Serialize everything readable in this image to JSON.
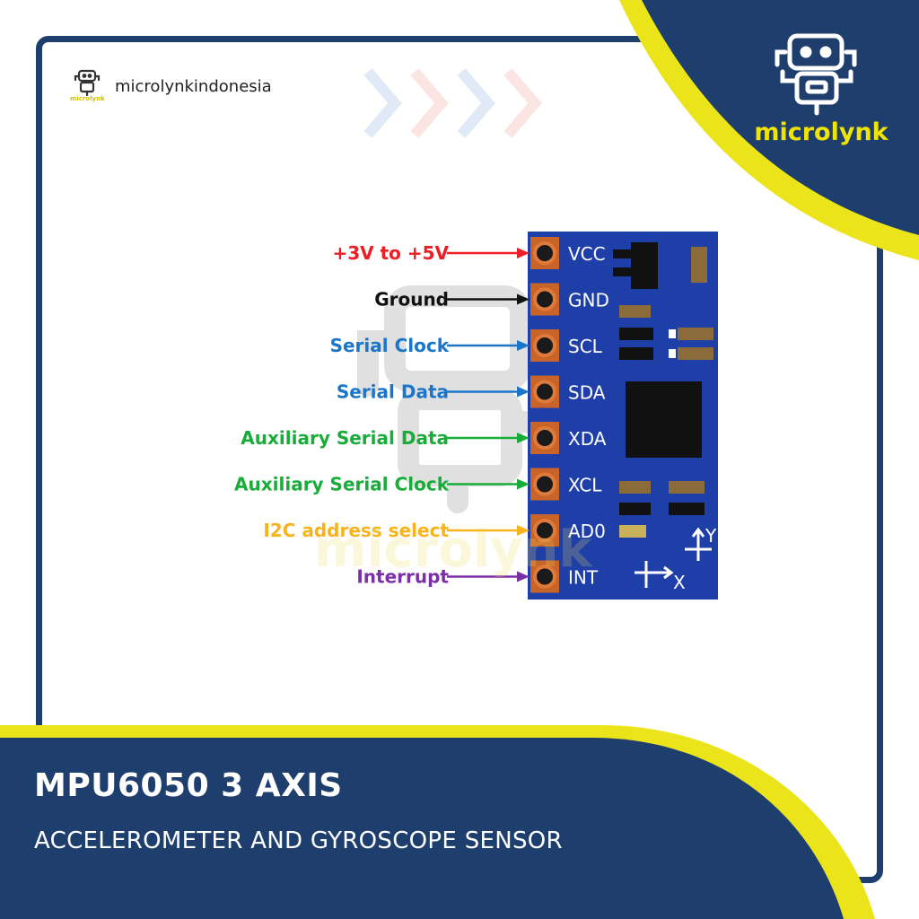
{
  "brand": {
    "handle": "microlynkindonesia",
    "mini_logo_text": "microlynk",
    "corner_logo_text": "microlynk",
    "watermark": "microlynk"
  },
  "product": {
    "title": "MPU6050 3 AXIS",
    "subtitle": "ACCELEROMETER AND GYROSCOPE SENSOR"
  },
  "pins": [
    {
      "label": "+3V to +5V",
      "pin": "VCC",
      "color": "#ee1c25"
    },
    {
      "label": "Ground",
      "pin": "GND",
      "color": "#111111"
    },
    {
      "label": "Serial Clock",
      "pin": "SCL",
      "color": "#1b75c9"
    },
    {
      "label": "Serial Data",
      "pin": "SDA",
      "color": "#1b75c9"
    },
    {
      "label": "Auxiliary Serial Data",
      "pin": "XDA",
      "color": "#1aac3a"
    },
    {
      "label": "Auxiliary Serial Clock",
      "pin": "XCL",
      "color": "#1aac3a"
    },
    {
      "label": "I2C address select",
      "pin": "AD0",
      "color": "#f8b21a"
    },
    {
      "label": "Interrupt",
      "pin": "INT",
      "color": "#7b2fa8"
    }
  ],
  "axes": {
    "x": "X",
    "y": "Y"
  },
  "colors": {
    "navy": "#1e3f6d",
    "yellow": "#ece41a",
    "board": "#1f3fa8",
    "pad": "#c8642a"
  }
}
